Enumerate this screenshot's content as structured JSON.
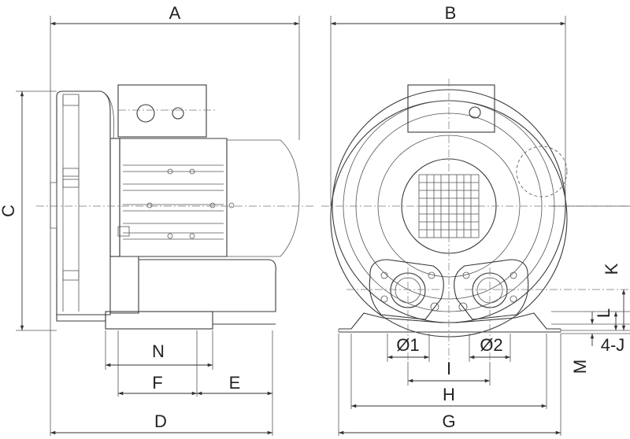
{
  "labels": {
    "A": "A",
    "B": "B",
    "C": "C",
    "D": "D",
    "E": "E",
    "F": "F",
    "G": "G",
    "H": "H",
    "I": "I",
    "K": "K",
    "L": "L",
    "M": "M",
    "N": "N",
    "phi1": "Ø1",
    "phi2": "Ø2",
    "holes": "4-J"
  }
}
